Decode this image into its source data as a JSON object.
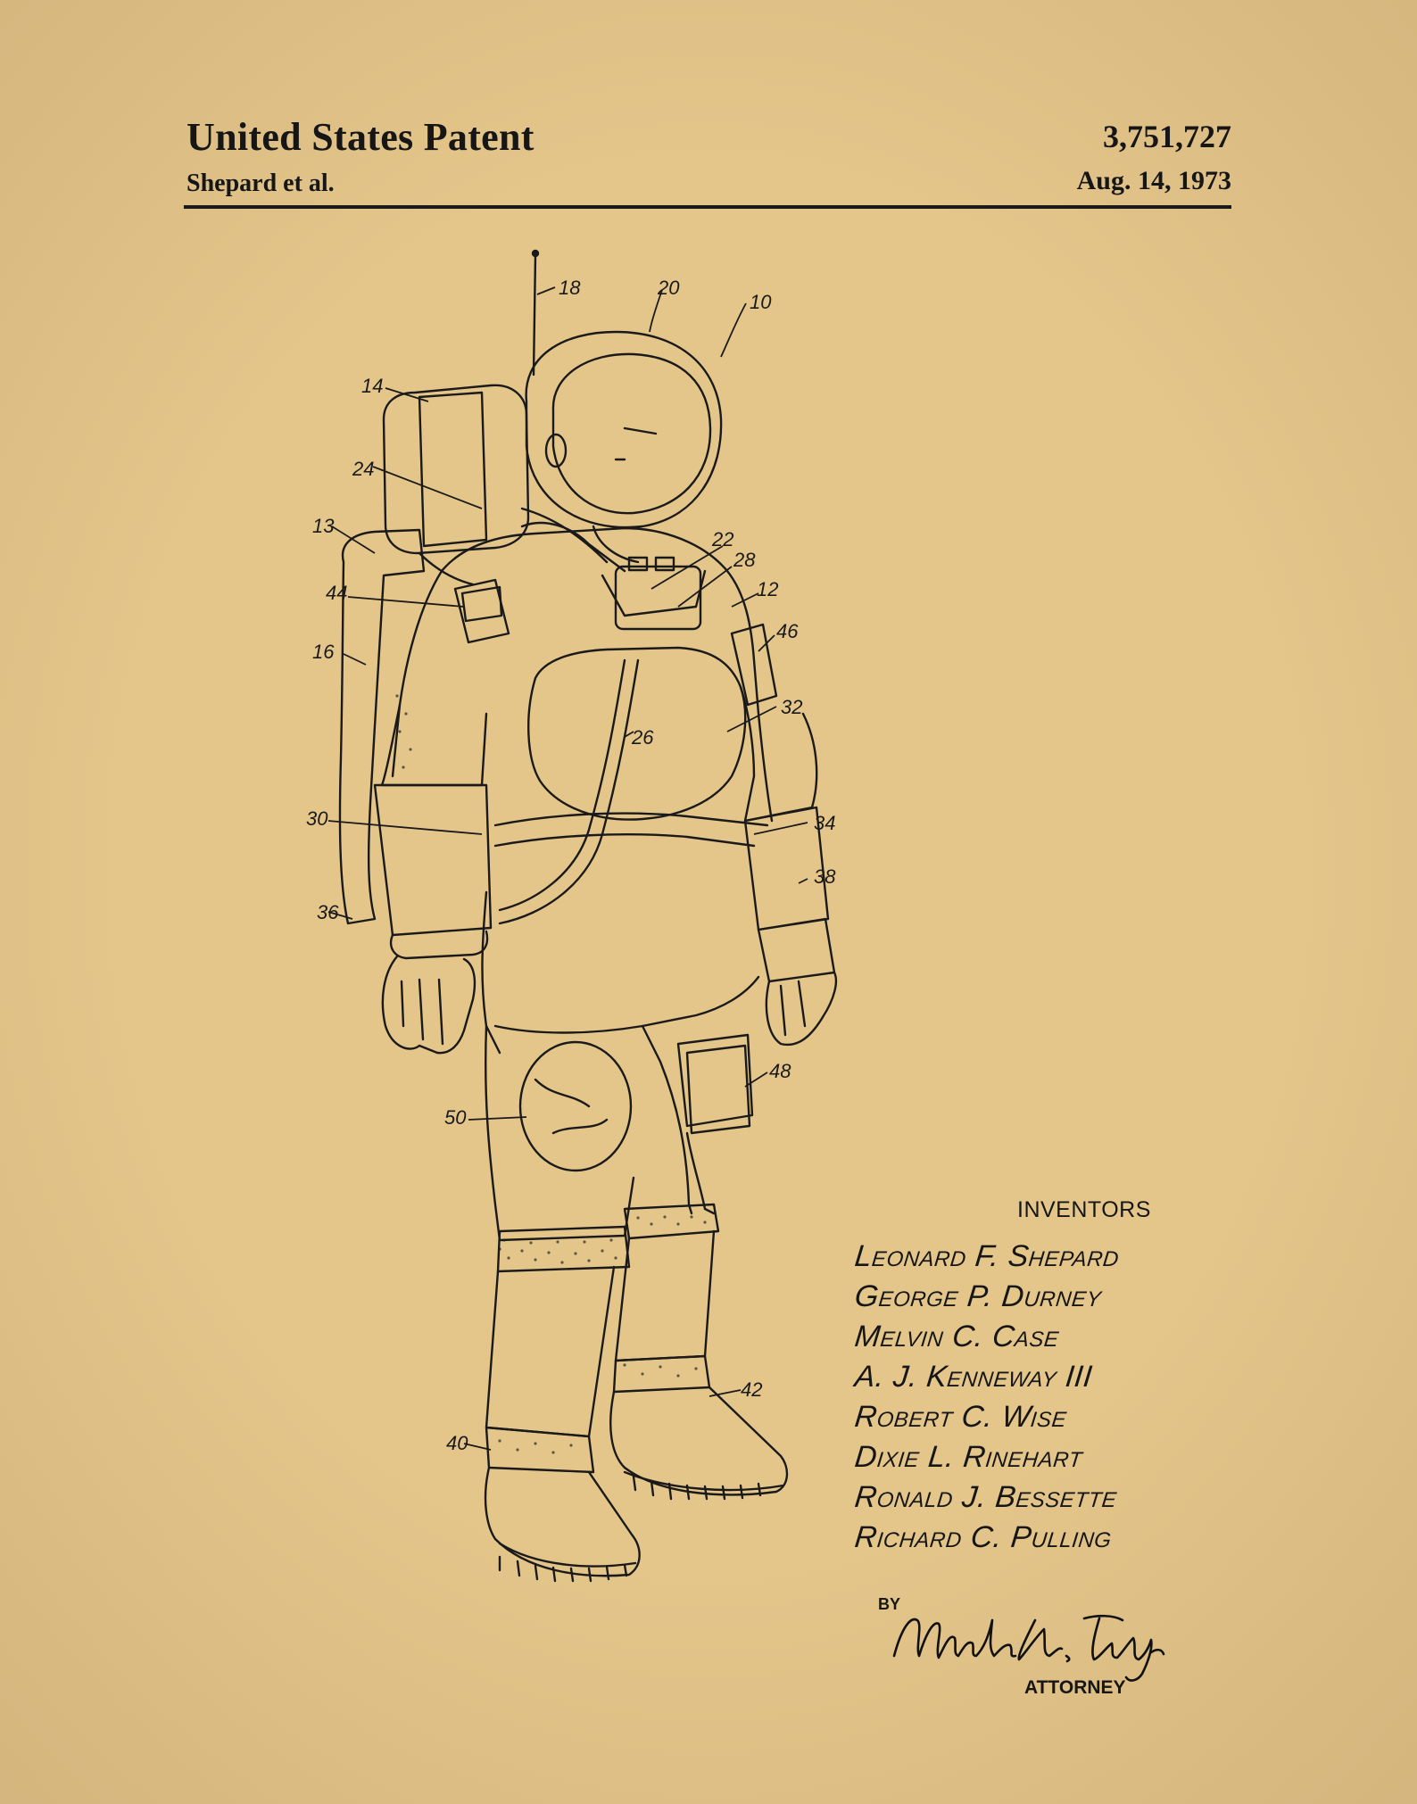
{
  "header": {
    "title": "United States Patent",
    "inventor_short": "Shepard et al.",
    "patent_number": "3,751,727",
    "date": "Aug. 14, 1973"
  },
  "figure": {
    "reference_numerals": [
      "18",
      "20",
      "10",
      "14",
      "24",
      "13",
      "22",
      "28",
      "12",
      "44",
      "46",
      "16",
      "32",
      "26",
      "30",
      "34",
      "38",
      "36",
      "48",
      "50",
      "42",
      "40"
    ]
  },
  "inventors": {
    "heading": "INVENTORS",
    "names": [
      "Leonard F. Shepard",
      "George P. Durney",
      "Melvin C. Case",
      "A. J. Kenneway III",
      "Robert C. Wise",
      "Dixie L. Rinehart",
      "Ronald J. Bessette",
      "Richard C. Pulling"
    ]
  },
  "attorney": {
    "by_label": "BY",
    "signature": "Michael A. Siler Jr.",
    "label": "ATTORNEY"
  },
  "colors": {
    "paper": "#e4c68b",
    "ink": "#161616"
  }
}
